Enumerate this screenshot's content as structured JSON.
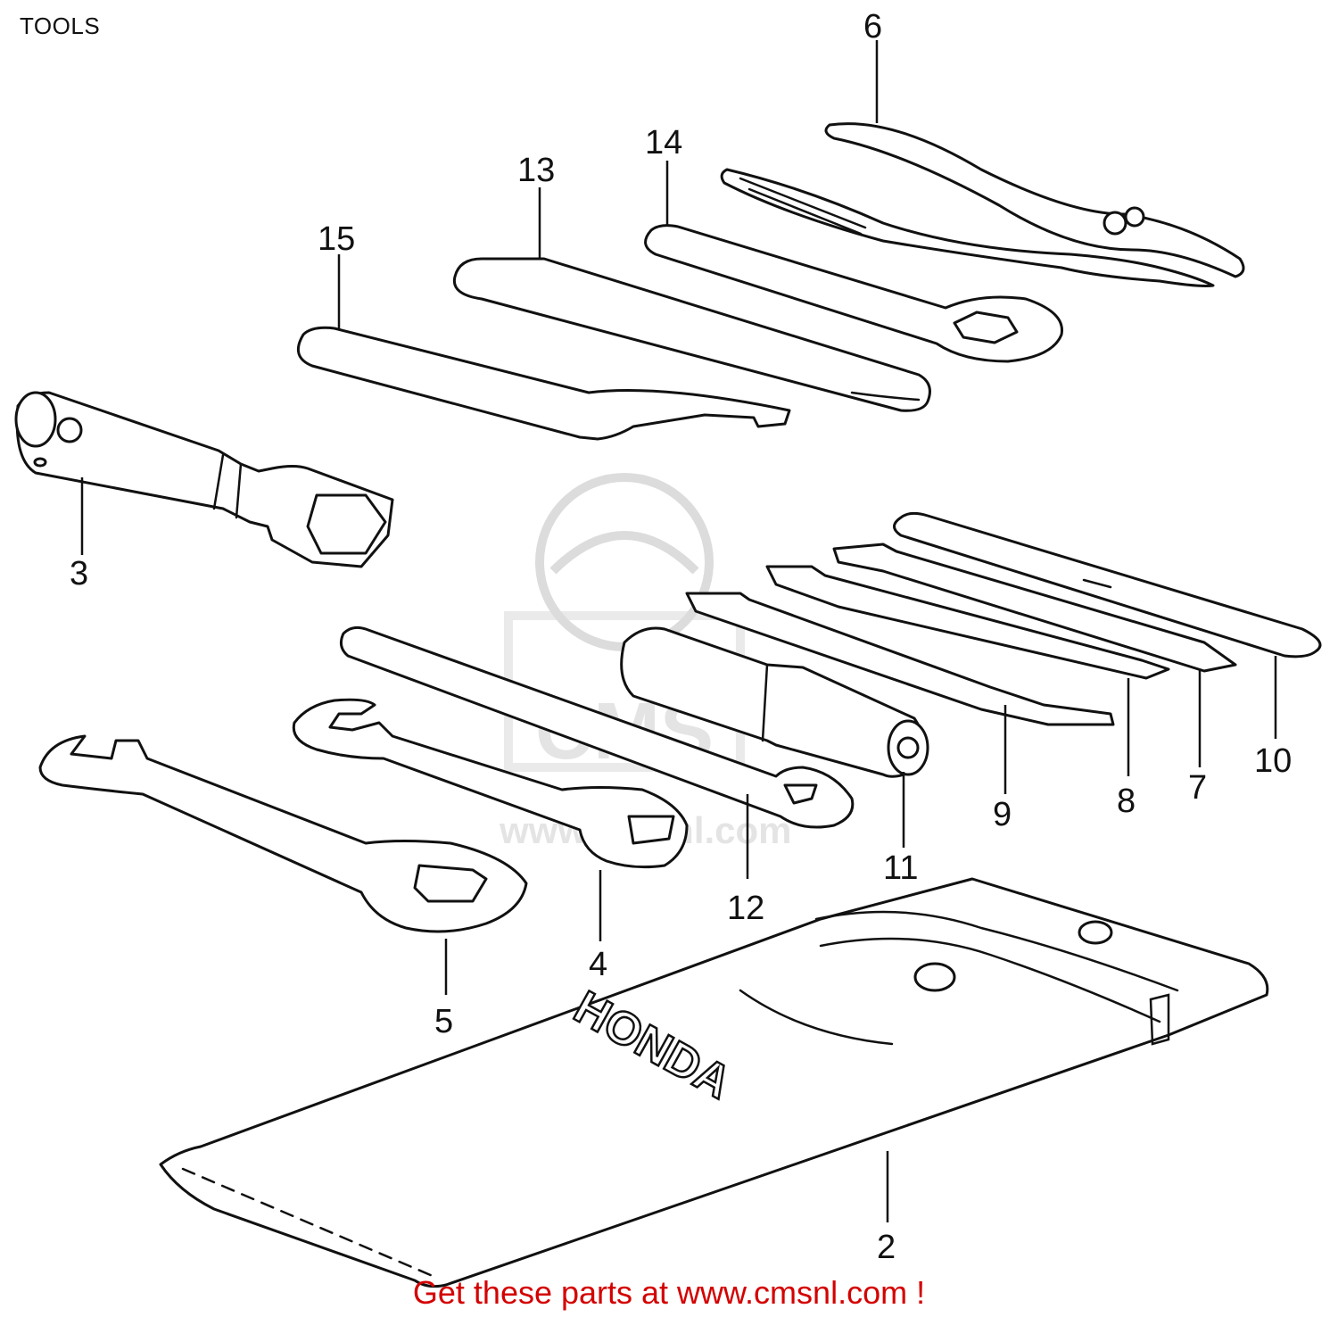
{
  "page_title": "TOOLS",
  "footer_text": "Get these parts at www.cmsnl.com !",
  "watermark_text": "www.cmsnl.com",
  "pouch_brand": "HONDA",
  "colors": {
    "footer": "#d40000",
    "line": "#111111",
    "watermark": "#dcdcdc"
  },
  "parts": [
    {
      "id": "2",
      "label": "2"
    },
    {
      "id": "3",
      "label": "3"
    },
    {
      "id": "4",
      "label": "4"
    },
    {
      "id": "5",
      "label": "5"
    },
    {
      "id": "6",
      "label": "6"
    },
    {
      "id": "7",
      "label": "7"
    },
    {
      "id": "8",
      "label": "8"
    },
    {
      "id": "9",
      "label": "9"
    },
    {
      "id": "10",
      "label": "10"
    },
    {
      "id": "11",
      "label": "11"
    },
    {
      "id": "12",
      "label": "12"
    },
    {
      "id": "13",
      "label": "13"
    },
    {
      "id": "14",
      "label": "14"
    },
    {
      "id": "15",
      "label": "15"
    }
  ]
}
